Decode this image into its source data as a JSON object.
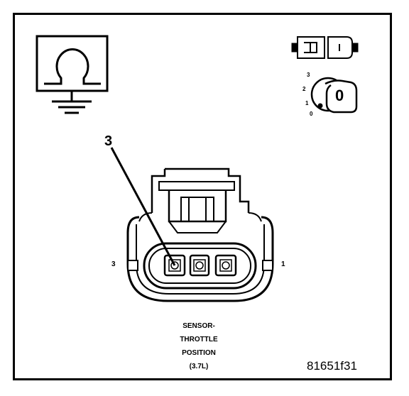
{
  "callout": {
    "pin_number": "3"
  },
  "connector": {
    "left_pin_label": "3",
    "right_pin_label": "1"
  },
  "caption": {
    "line1": "SENSOR-",
    "line2": "THROTTLE",
    "line3": "POSITION",
    "line4": "(3.7L)"
  },
  "figure_id": "81651f31",
  "ignition_key": {
    "positions": [
      "3",
      "2",
      "1",
      "0"
    ],
    "key_label": "0"
  },
  "icons": [
    "ohmmeter-ground-icon",
    "connector-disconnect-icon",
    "ignition-key-icon"
  ]
}
